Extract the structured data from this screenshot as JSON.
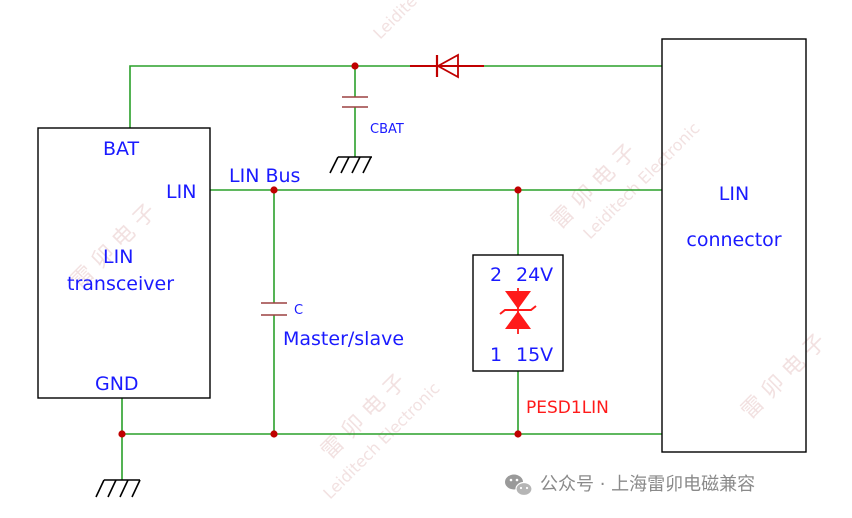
{
  "transceiver": {
    "pin_bat": "BAT",
    "pin_lin": "LIN",
    "pin_gnd": "GND",
    "title_line1": "LIN",
    "title_line2": "transceiver"
  },
  "bus_label": "LIN Bus",
  "cap_bat": {
    "label": "CBAT"
  },
  "cap_c": {
    "label": "C",
    "role": "Master/slave"
  },
  "tvs": {
    "pin_top": "2",
    "pin_top_voltage": "24V",
    "pin_bottom": "1",
    "pin_bottom_voltage": "15V",
    "part_number": "PESD1LIN"
  },
  "connector": {
    "title_line1": "LIN",
    "title_line2": "connector"
  },
  "footer": {
    "icon": "wechat-icon",
    "text": "公众号 · 上海雷卯电磁兼容"
  },
  "watermark": {
    "cn": "雷 卯 电 子",
    "en": "Leiditech Electronic"
  },
  "colors": {
    "wire": "#2aa02a",
    "label": "#1a1aff",
    "tvs": "#ff1a1a",
    "junction": "#c00000"
  }
}
